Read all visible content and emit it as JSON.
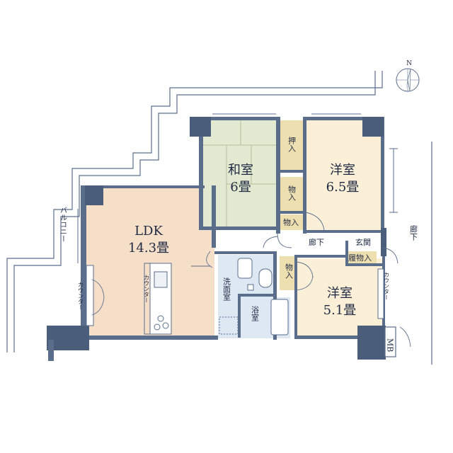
{
  "rooms": {
    "ldk": {
      "name": "LDK",
      "size": "14.3畳"
    },
    "washitsu": {
      "name": "和室",
      "size": "6畳"
    },
    "yoshitsu1": {
      "name": "洋室",
      "size": "6.5畳"
    },
    "yoshitsu2": {
      "name": "洋室",
      "size": "5.1畳"
    }
  },
  "labels": {
    "oshiire": "押入",
    "mono": "物入",
    "roka": "廊下",
    "genkan": "玄関",
    "kutsu": "履物入",
    "senmen": "洗面室",
    "yoku": "浴室",
    "counter": "カウンター",
    "balcony": "バルコニー",
    "mb": "MB"
  },
  "compass": {
    "label": "N"
  },
  "colors": {
    "wall": "#5a6e8c",
    "wall_dark": "#4a5d7a",
    "ldk_floor": "#f6dfc9",
    "washitsu_floor": "#e3ead1",
    "yoshitsu_floor": "#fbf0d7",
    "closet_floor": "#eedfb0",
    "bath_floor": "#dde8f3",
    "outline": "#4a5d7a"
  }
}
